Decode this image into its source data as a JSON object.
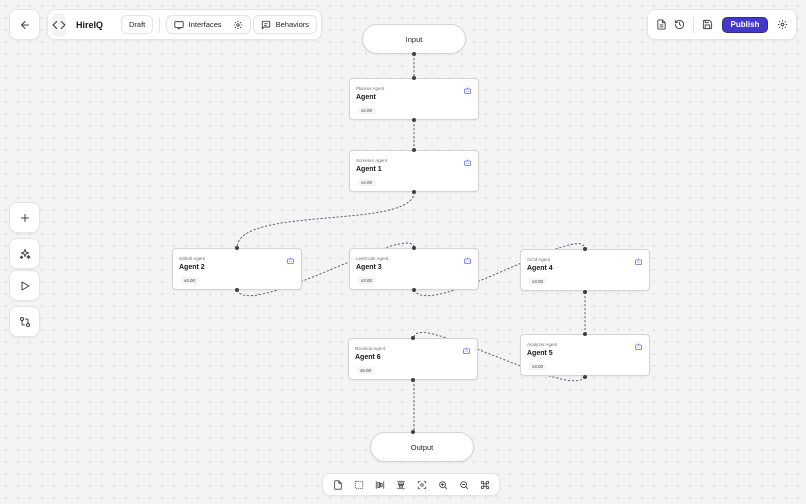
{
  "header": {
    "app_name": "HireIQ",
    "status_badge": "Draft",
    "interfaces_label": "Interfaces",
    "behaviors_label": "Behaviors",
    "publish_label": "Publish"
  },
  "canvas": {
    "input_label": "Input",
    "output_label": "Output",
    "nodes": [
      {
        "id": "planner",
        "type": "Planner Agent",
        "name": "Agent",
        "version": "v2.00"
      },
      {
        "id": "screener",
        "type": "Screener Agent",
        "name": "Agent 1",
        "version": "v4.00"
      },
      {
        "id": "github",
        "type": "Github Agent",
        "name": "Agent 2",
        "version": "v4.00"
      },
      {
        "id": "leetcode",
        "type": "LeetCode Agent",
        "name": "Agent 3",
        "version": "v3.00"
      },
      {
        "id": "cicd",
        "type": "Ci/cd Agent",
        "name": "Agent 4",
        "version": "v3.00"
      },
      {
        "id": "analyzer",
        "type": "Analyzer Agent",
        "name": "Agent 5",
        "version": "v3.00"
      },
      {
        "id": "decision",
        "type": "Decision Agent",
        "name": "Agent 6",
        "version": "v5.00"
      }
    ]
  },
  "icons": {
    "back": "arrow-left-icon",
    "code": "code-icon",
    "interfaces": "monitor-icon",
    "interfaces_settings": "gear-icon",
    "behaviors": "message-square-icon",
    "document": "file-text-icon",
    "history": "history-icon",
    "save": "save-icon",
    "settings": "gear-icon",
    "node": "bot-icon"
  },
  "colors": {
    "accent": "#4338ca",
    "node_icon": "#6366f1"
  }
}
